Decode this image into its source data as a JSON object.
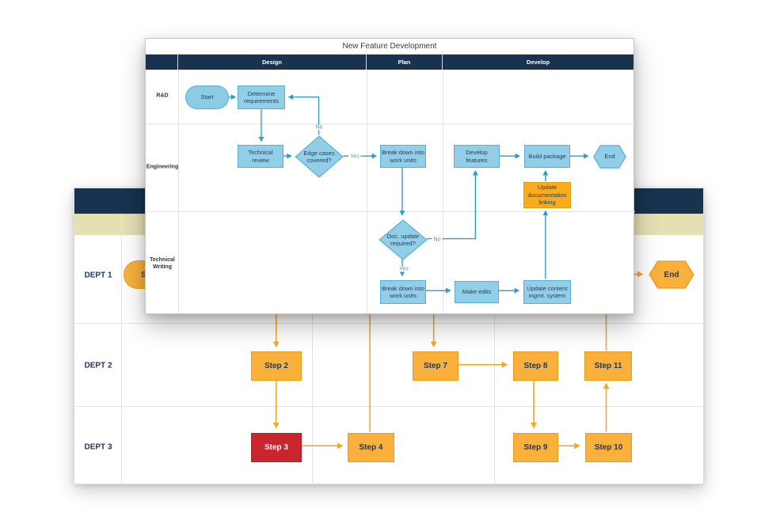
{
  "fg": {
    "title": "New Feature Development",
    "phases": {
      "design": "Design",
      "plan": "Plan",
      "develop": "Develop"
    },
    "lanes": {
      "rnd": "R&D",
      "eng": "Engineering",
      "tw": "Technical Writing"
    },
    "nodes": {
      "start": "Start",
      "determine": "Determine requirements",
      "tech_review": "Technical review",
      "edge_cases": "Edge cases covered?",
      "breakdown_eng": "Break down into work units",
      "develop_features": "Develop features",
      "build_package": "Build package",
      "end": "End",
      "update_doc": "Update documentation linking",
      "doc_update": "Doc. update required?",
      "breakdown_tw": "Break down into work units",
      "make_edits": "Make edits",
      "update_cms": "Update content mgmt. system"
    },
    "edge_labels": {
      "no_edge_cases": "No",
      "yes_edge_cases": "Yes",
      "no_doc_update": "No",
      "yes_doc_update": "Yes"
    }
  },
  "bg": {
    "lanes": {
      "d1": "DEPT 1",
      "d2": "DEPT 2",
      "d3": "DEPT 3"
    },
    "nodes": {
      "start": "Start",
      "end": "End",
      "step2": "Step 2",
      "step3": "Step 3",
      "step4": "Step 4",
      "step7": "Step 7",
      "step8": "Step 8",
      "step9": "Step 9",
      "step10": "Step 10",
      "step11": "Step 11"
    }
  },
  "colors": {
    "navy_header": "#17334F",
    "blue_shape_fill": "#93CEE8",
    "blue_shape_border": "#54B0D7",
    "blue_connector": "#2B9EC9",
    "tan_band": "#E5DFB4",
    "orange_shape_fill": "#F9B13C",
    "orange_shape_border": "#EE9C1E",
    "orange_connector": "#F5A623",
    "red_shape": "#C9252C",
    "navy_text": "#1F3864"
  }
}
